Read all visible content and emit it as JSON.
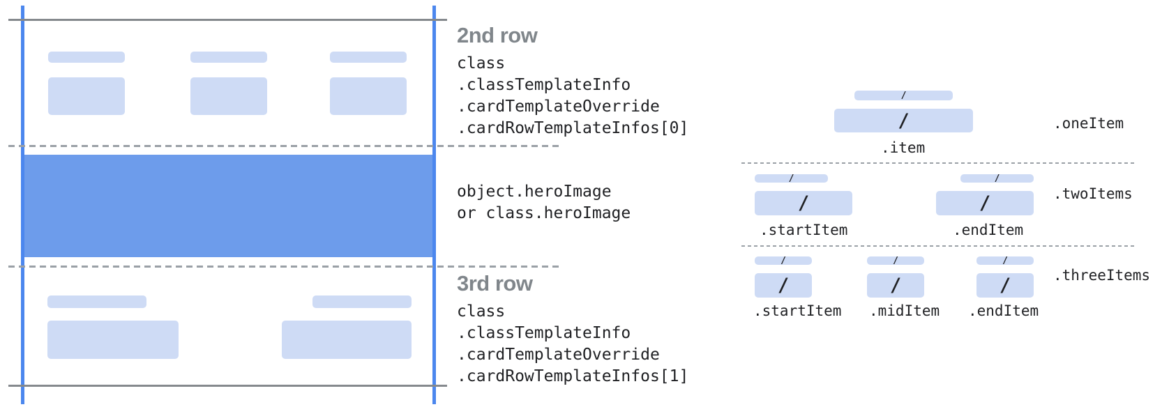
{
  "colors": {
    "guide_blue": "#4c87ee",
    "guide_gray": "#85898d",
    "dash_gray": "#9aa0a6",
    "placeholder_blue": "#cedbf5",
    "hero_blue": "#6d9ceb",
    "heading_gray": "#80868b",
    "code_text": "#202124"
  },
  "glyphs": {
    "slash": "/"
  },
  "middle": {
    "row2": {
      "title": "2nd row",
      "lines": [
        "class",
        ".classTemplateInfo",
        ".cardTemplateOverride",
        ".cardRowTemplateInfos[0]"
      ]
    },
    "hero": {
      "lines": [
        "object.heroImage",
        "or class.heroImage"
      ]
    },
    "row3": {
      "title": "3rd row",
      "lines": [
        "class",
        ".classTemplateInfo",
        ".cardTemplateOverride",
        ".cardRowTemplateInfos[1]"
      ]
    }
  },
  "right": {
    "one_item": {
      "group_label": ".oneItem",
      "items": [
        {
          "label": ".item"
        }
      ]
    },
    "two_items": {
      "group_label": ".twoItems",
      "items": [
        {
          "label": ".startItem"
        },
        {
          "label": ".endItem"
        }
      ]
    },
    "three_items": {
      "group_label": ".threeItems",
      "items": [
        {
          "label": ".startItem"
        },
        {
          "label": ".midItem"
        },
        {
          "label": ".endItem"
        }
      ]
    }
  }
}
